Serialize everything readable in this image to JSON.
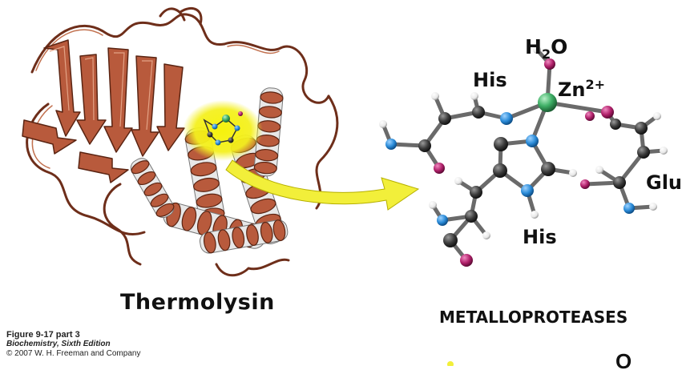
{
  "figure": {
    "protein_name": "Thermolysin",
    "section_title": "METALLOPROTEASES",
    "caption": {
      "line1": "Figure 9-17 part 3",
      "line2": "Biochemistry, Sixth Edition",
      "line3": "© 2007 W. H. Freeman and Company"
    }
  },
  "active_site": {
    "water_label": "H2O",
    "water_base": "H",
    "water_sub": "2",
    "water_end": "O",
    "zinc_base": "Zn",
    "zinc_charge": "2+",
    "his_label_top": "His",
    "his_label_bottom": "His",
    "glu_label": "Glu"
  },
  "partial_text": "O",
  "colors": {
    "ribbon": "#b85a3c",
    "ribbon_dark": "#6e2e1a",
    "helix_back": "#e8e8e8",
    "highlight": "#f4f020",
    "arrow": "#f2ef3a",
    "carbon": "#3a3a3a",
    "nitrogen": "#2a8bd8",
    "oxygen": "#b0206a",
    "zinc": "#3fb067",
    "hydrogen": "#f2f2f2"
  }
}
